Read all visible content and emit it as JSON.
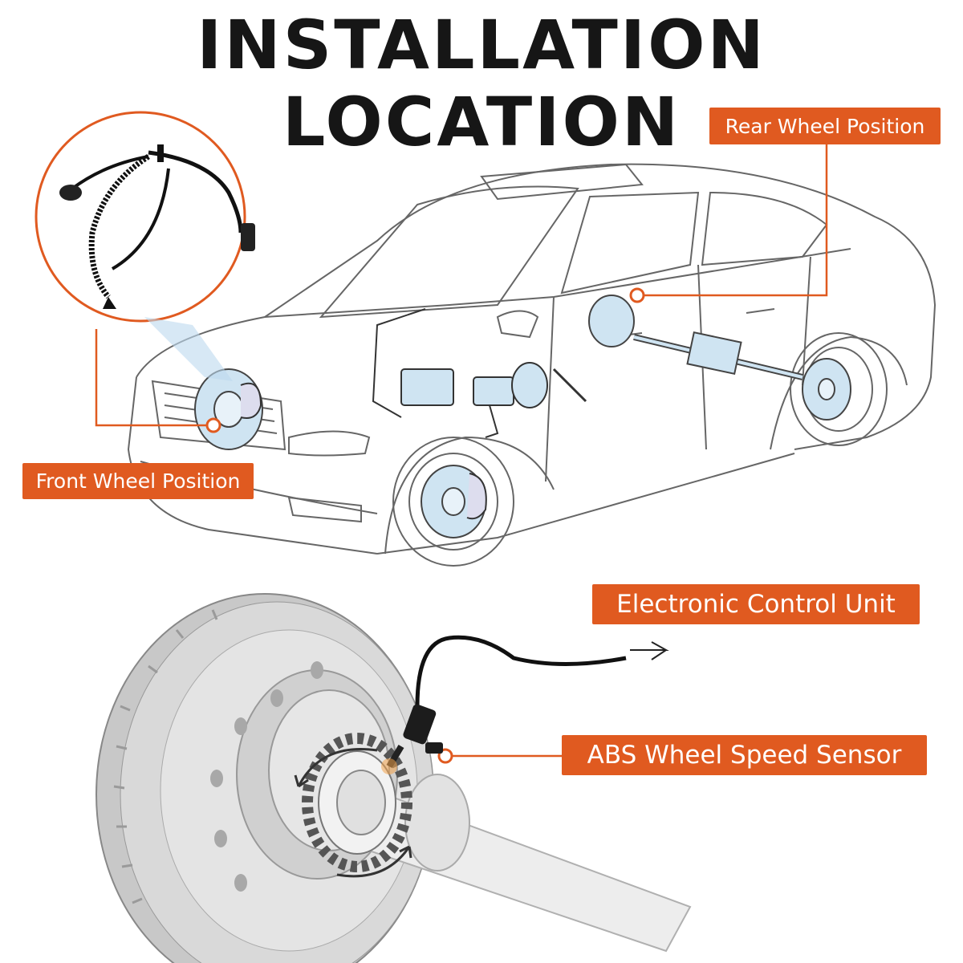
{
  "title": "INSTALLATION LOCATION",
  "callouts": {
    "rear_wheel": "Rear Wheel Position",
    "front_wheel": "Front Wheel Position",
    "ecu": "Electronic Control Unit",
    "abs_sensor": "ABS Wheel Speed Sensor"
  },
  "colors": {
    "accent": "#e05a20",
    "title": "#161616",
    "line_art": "#555555",
    "brake_blue": "#cfe4f2",
    "rotor_gray": "#b9b9b9"
  }
}
